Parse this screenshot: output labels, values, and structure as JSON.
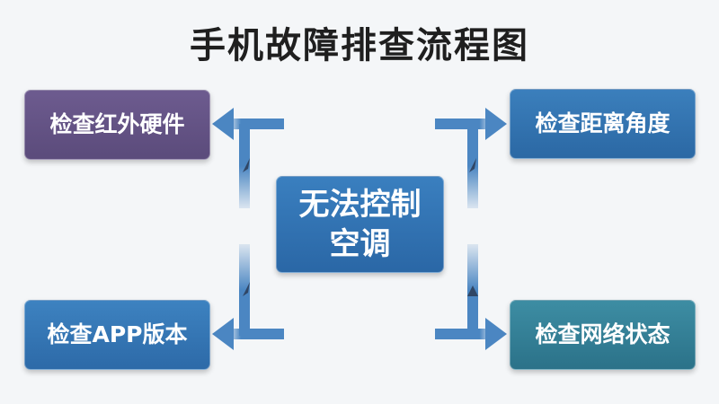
{
  "title": "手机故障排查流程图",
  "center": {
    "line1": "无法控制",
    "line2": "空调"
  },
  "steps": {
    "top_left": "检查红外硬件",
    "top_right": "检查距离角度",
    "bottom_left": "检查APP版本",
    "bottom_right": "检查网络状态"
  },
  "colors": {
    "top_left": "#5f4f80",
    "top_right": "#306ea9",
    "bottom_left": "#3272ad",
    "bottom_right": "#317c93",
    "center": "#2f6fad",
    "arrow": "#4b86c2"
  }
}
